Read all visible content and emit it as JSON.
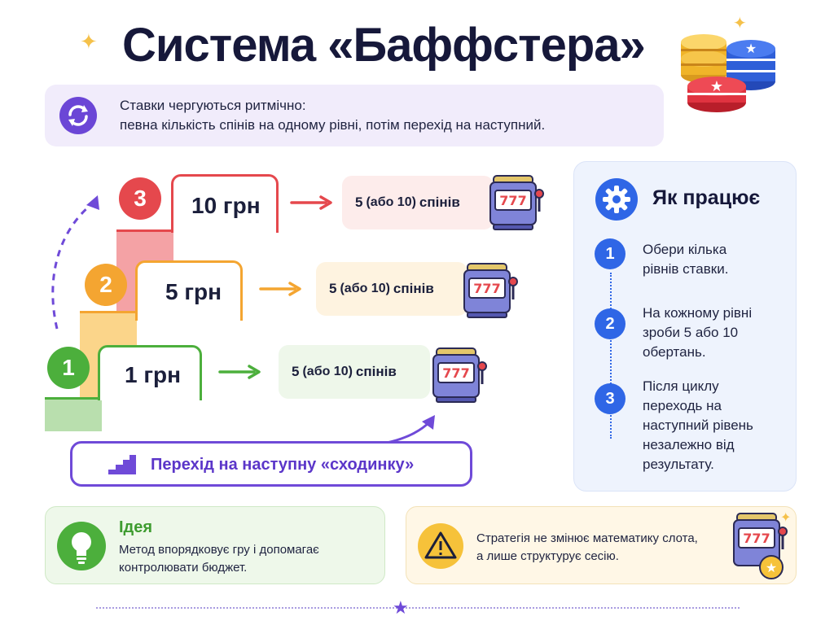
{
  "title": "Система «Баффстера»",
  "intro": {
    "line1": "Ставки чергуються ритмічно:",
    "line2": "певна кількість спінів на одному рівні, потім перехід на наступний."
  },
  "levels": [
    {
      "number": "1",
      "bet": "1 грн",
      "spins_main": "5",
      "spins_paren": "(або 10)",
      "spins_word": "спінів",
      "color": "#4caf3c"
    },
    {
      "number": "2",
      "bet": "5 грн",
      "spins_main": "5",
      "spins_paren": "(або 10)",
      "spins_word": "спінів",
      "color": "#f4a531"
    },
    {
      "number": "3",
      "bet": "10 грн",
      "spins_main": "5",
      "spins_paren": "(або 10)",
      "spins_word": "спінів",
      "color": "#e5484d"
    }
  ],
  "transition_label": "Перехід на наступну «сходинку»",
  "how": {
    "title": "Як працює",
    "steps": [
      {
        "number": "1",
        "text": "Обери кілька рівнів ставки."
      },
      {
        "number": "2",
        "text": "На кожному рівні зроби 5 або 10 обертань."
      },
      {
        "number": "3",
        "text": "Після циклу переходь на наступний рівень незалежно від результату."
      }
    ]
  },
  "idea": {
    "title": "Ідея",
    "line1": "Метод впорядковує гру і допомагає",
    "line2": "контролювати бюджет."
  },
  "warning": {
    "line1": "Стратегія не змінює математику слота,",
    "line2": "а лише структурує сесію."
  },
  "slot_text": "777",
  "colors": {
    "accent": "#6f4ad8",
    "blue": "#2f66e6",
    "green": "#4caf3c",
    "orange": "#f4a531",
    "red": "#e5484d"
  }
}
